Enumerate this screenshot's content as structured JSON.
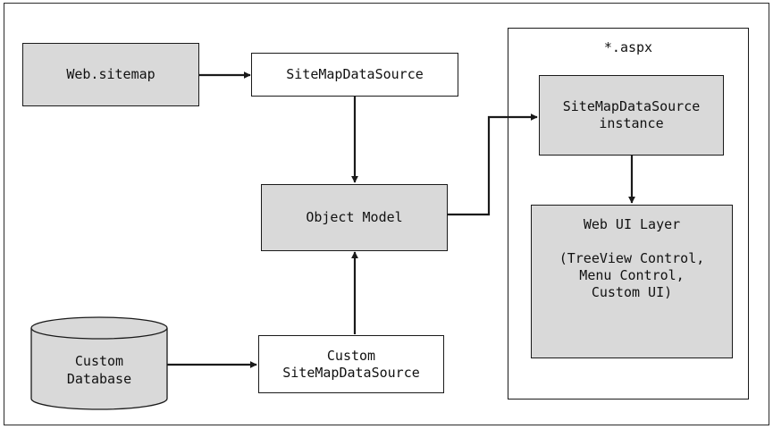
{
  "colors": {
    "box_fill": "#d9d9d9",
    "line": "#1a1a1a",
    "background": "#ffffff"
  },
  "nodes": {
    "web_sitemap": "Web.sitemap",
    "sitemap_datasource": "SiteMapDataSource",
    "object_model": "Object Model",
    "custom_database": [
      "Custom",
      "Database"
    ],
    "custom_sitemap_datasource": [
      "Custom",
      "SiteMapDataSource"
    ],
    "aspx_container": "*.aspx",
    "datasource_instance": [
      "SiteMapDataSource",
      "instance"
    ],
    "web_ui_layer": {
      "title": "Web UI Layer",
      "details": [
        "(TreeView Control,",
        "Menu Control,",
        "Custom UI)"
      ]
    }
  }
}
